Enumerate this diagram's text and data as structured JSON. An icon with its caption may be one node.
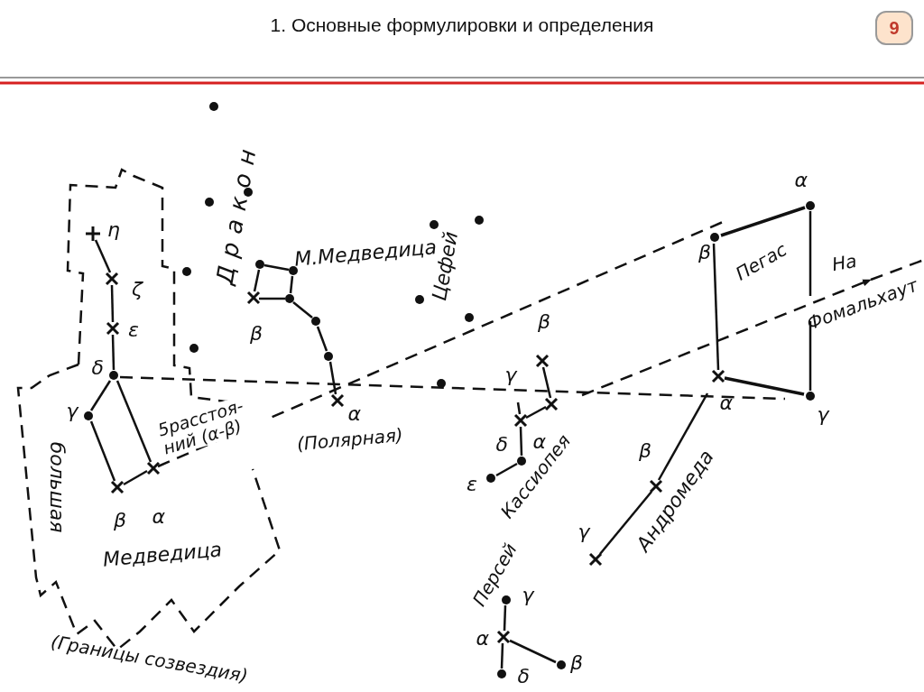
{
  "diagram": {
    "title": "1. Основные формулировки и определения",
    "labels": [
      "9",
      "Дракон",
      "α",
      "η",
      "М.Медведица",
      "Цефей",
      "ζ",
      "β",
      "Пегас",
      "На",
      "β",
      "ε",
      "β",
      "Фомальхаут",
      "δ",
      "γ",
      "γ",
      "α",
      "α",
      "γ",
      "5расстоя- ний (α-β)",
      "δ",
      "α",
      "(Полярная)",
      "большая",
      "β",
      "Кассиопея",
      "ε",
      "β",
      "α",
      "Андромеда",
      "γ",
      "Медведица",
      "Персей",
      "γ",
      "α",
      "β",
      "δ",
      "(Границы созвездия)"
    ]
  }
}
